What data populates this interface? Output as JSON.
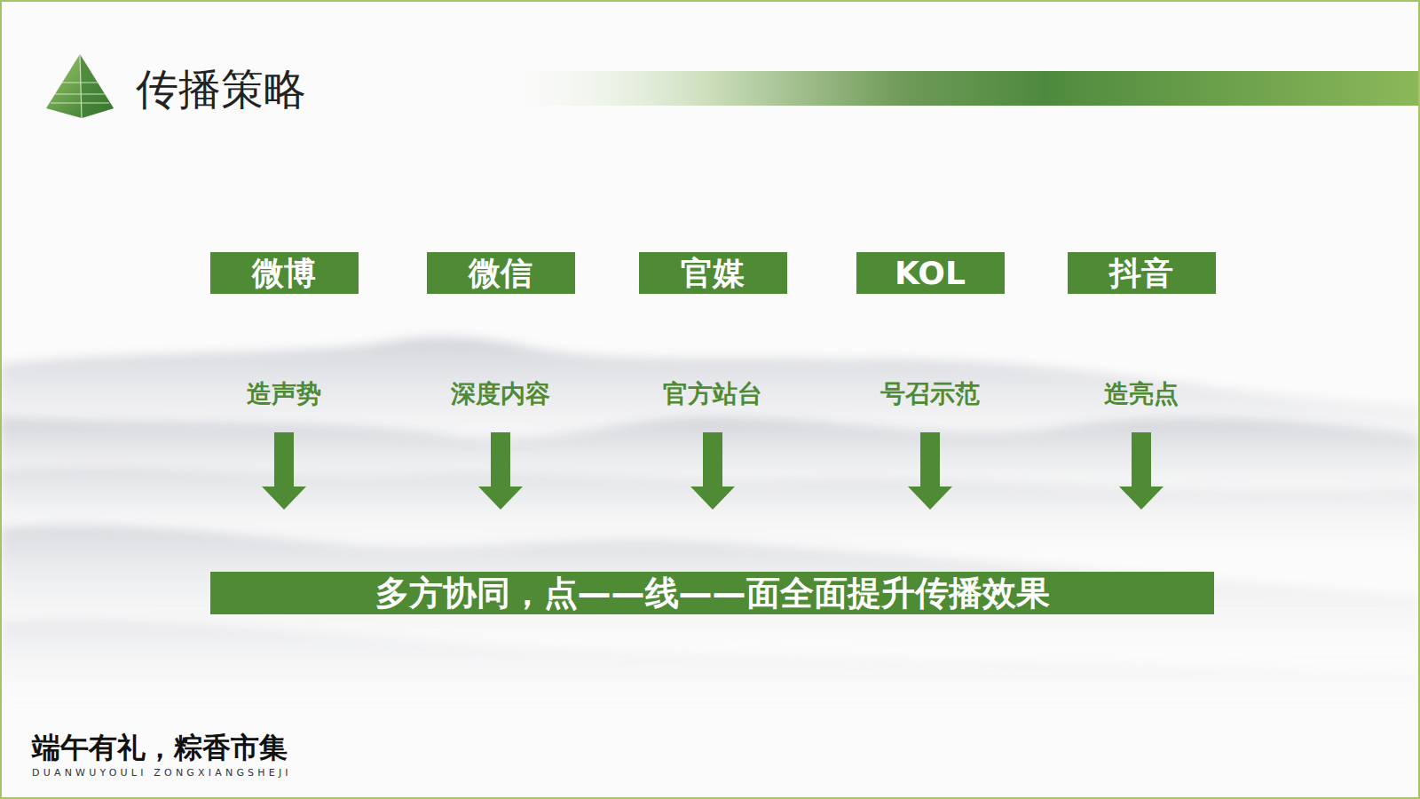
{
  "diagram": {
    "title": "传播策略",
    "nodes": [
      {
        "text": [
          "微博",
          "造声势"
        ]
      },
      {
        "text": [
          "微信",
          "深度内容"
        ]
      },
      {
        "text": [
          "官媒",
          "官方站台"
        ]
      },
      {
        "text": [
          "KOL",
          "号召示范"
        ]
      },
      {
        "text": [
          "抖音",
          "造亮点"
        ]
      },
      {
        "text": [
          "多方协同，点——线——面全面提升传播效果"
        ]
      }
    ],
    "edges": [
      {
        "from": 0,
        "to": 5,
        "arrow": "to"
      },
      {
        "from": 1,
        "to": 5,
        "arrow": "to"
      },
      {
        "from": 2,
        "to": 5,
        "arrow": "to"
      },
      {
        "from": 3,
        "to": 5,
        "arrow": "to"
      },
      {
        "from": 4,
        "to": 5,
        "arrow": "to"
      }
    ],
    "labels": [
      "端午有礼，粽香市集",
      "DUANWUYOULI ZONGXIANGSHEJI"
    ]
  }
}
